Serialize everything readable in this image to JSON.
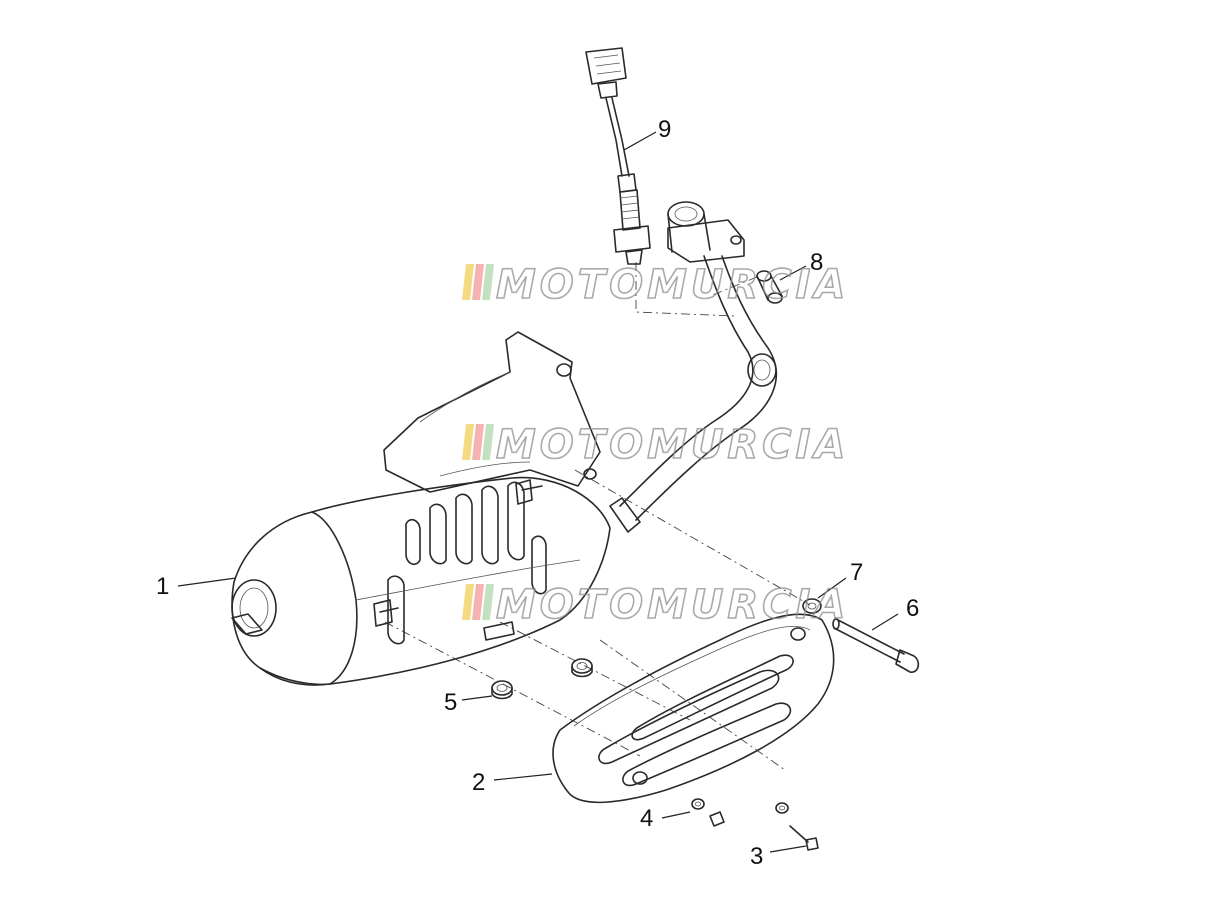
{
  "watermark": {
    "text": "MOTOMURCIA",
    "stripe_colors": [
      "#f2d36b",
      "#f4a3a3",
      "#b7dcb5"
    ]
  },
  "callouts": [
    {
      "id": "1",
      "label": "1"
    },
    {
      "id": "2",
      "label": "2"
    },
    {
      "id": "3",
      "label": "3"
    },
    {
      "id": "4",
      "label": "4"
    },
    {
      "id": "5",
      "label": "5"
    },
    {
      "id": "6",
      "label": "6"
    },
    {
      "id": "7",
      "label": "7"
    },
    {
      "id": "8",
      "label": "8"
    },
    {
      "id": "9",
      "label": "9"
    }
  ]
}
